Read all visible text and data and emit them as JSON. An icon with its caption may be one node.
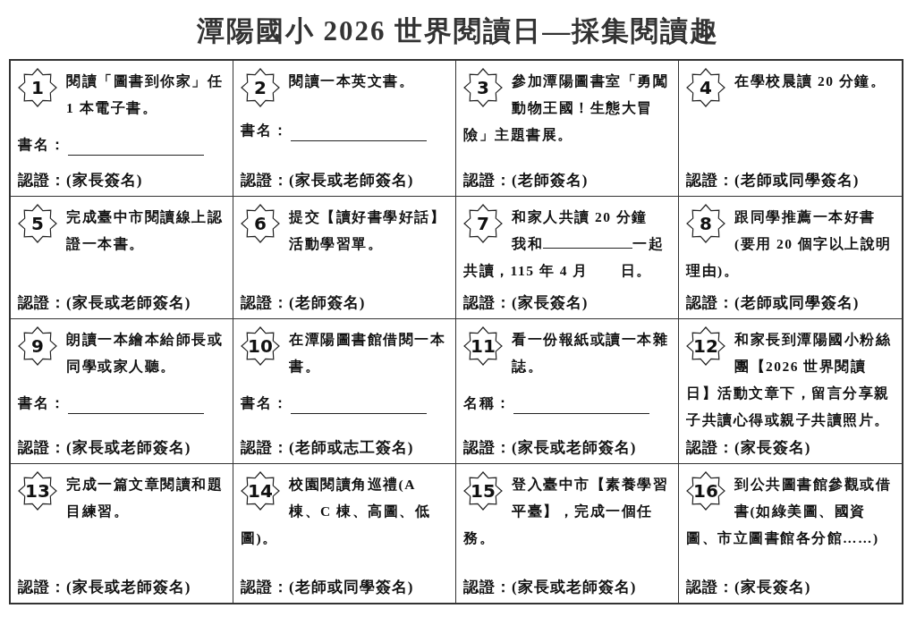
{
  "diagram": {
    "title": "潭陽國小 2026 世界閱讀日—採集閱讀趣",
    "nodes": [
      {
        "text": [
          "閱讀「圖書到你家」任 1 本電子書。",
          "書名：",
          "認證：(家長簽名)"
        ]
      },
      {
        "text": [
          "1"
        ],
        "in": 0
      },
      {
        "text": [
          "閱讀一本英文書。",
          "書名：",
          "認證：(家長或老師簽名)"
        ]
      },
      {
        "text": [
          "2"
        ],
        "in": 2
      },
      {
        "text": [
          "參加潭陽圖書室「勇闖動物王國！生態大冒險」主題書展。",
          "認證：(老師簽名)"
        ]
      },
      {
        "text": [
          "3"
        ],
        "in": 4
      },
      {
        "text": [
          "在學校晨讀 20 分鐘。",
          "認證：(老師或同學簽名)"
        ]
      },
      {
        "text": [
          "4"
        ],
        "in": 6
      },
      {
        "text": [
          "完成臺中市閱讀線上認證一本書。",
          "認證：(家長或老師簽名)"
        ]
      },
      {
        "text": [
          "5"
        ],
        "in": 8
      },
      {
        "text": [
          "提交【讀好書學好話】活動學習單。",
          "認證：(老師簽名)"
        ]
      },
      {
        "text": [
          "6"
        ],
        "in": 10
      },
      {
        "text": [
          "和家人共讀 20 分鐘",
          "我和",
          "一起共讀，115 年 4 月",
          "日。",
          "認證：(家長簽名)"
        ]
      },
      {
        "text": [
          "7"
        ],
        "in": 12
      },
      {
        "text": [
          "跟同學推薦一本好書(要用 20 個字以上說明理由)。",
          "認證：(老師或同學簽名)"
        ]
      },
      {
        "text": [
          "8"
        ],
        "in": 14
      },
      {
        "text": [
          "朗讀一本繪本給師長或同學或家人聽。",
          "書名：",
          "認證：(家長或老師簽名)"
        ]
      },
      {
        "text": [
          "9"
        ],
        "in": 16
      },
      {
        "text": [
          "在潭陽圖書館借閱一本書。",
          "書名：",
          "認證：(老師或志工簽名)"
        ]
      },
      {
        "text": [
          "10"
        ],
        "in": 18
      },
      {
        "text": [
          "看一份報紙或讀一本雜誌。",
          "名稱：",
          "認證：(家長或老師簽名)"
        ]
      },
      {
        "text": [
          "11"
        ],
        "in": 20
      },
      {
        "text": [
          "和家長到潭陽國小粉絲團【2026 世界閱讀日】活動文章下，留言分享親子共讀心得或親子共讀照片。",
          "認證：(家長簽名)"
        ]
      },
      {
        "text": [
          "12"
        ],
        "in": 22
      },
      {
        "text": [
          "完成一篇文章閱讀和題目練習。",
          "認證：(家長或老師簽名)"
        ]
      },
      {
        "text": [
          "13"
        ],
        "in": 24
      },
      {
        "text": [
          "校園閱讀角巡禮(A 棟、C 棟、高圖、低圖)。",
          "認證：(老師或同學簽名)"
        ]
      },
      {
        "text": [
          "14"
        ],
        "in": 26
      },
      {
        "text": [
          "登入臺中市【素養學習平臺】，完成一個任務。",
          "認證：(家長或老師簽名)"
        ]
      },
      {
        "text": [
          "15"
        ],
        "in": 28
      },
      {
        "text": [
          "到公共圖書館參觀或借書(如綠美圖、國資圖、市立圖書館各分館……)",
          "認證：(家長簽名)"
        ]
      },
      {
        "text": [
          "16"
        ],
        "in": 30
      }
    ]
  }
}
